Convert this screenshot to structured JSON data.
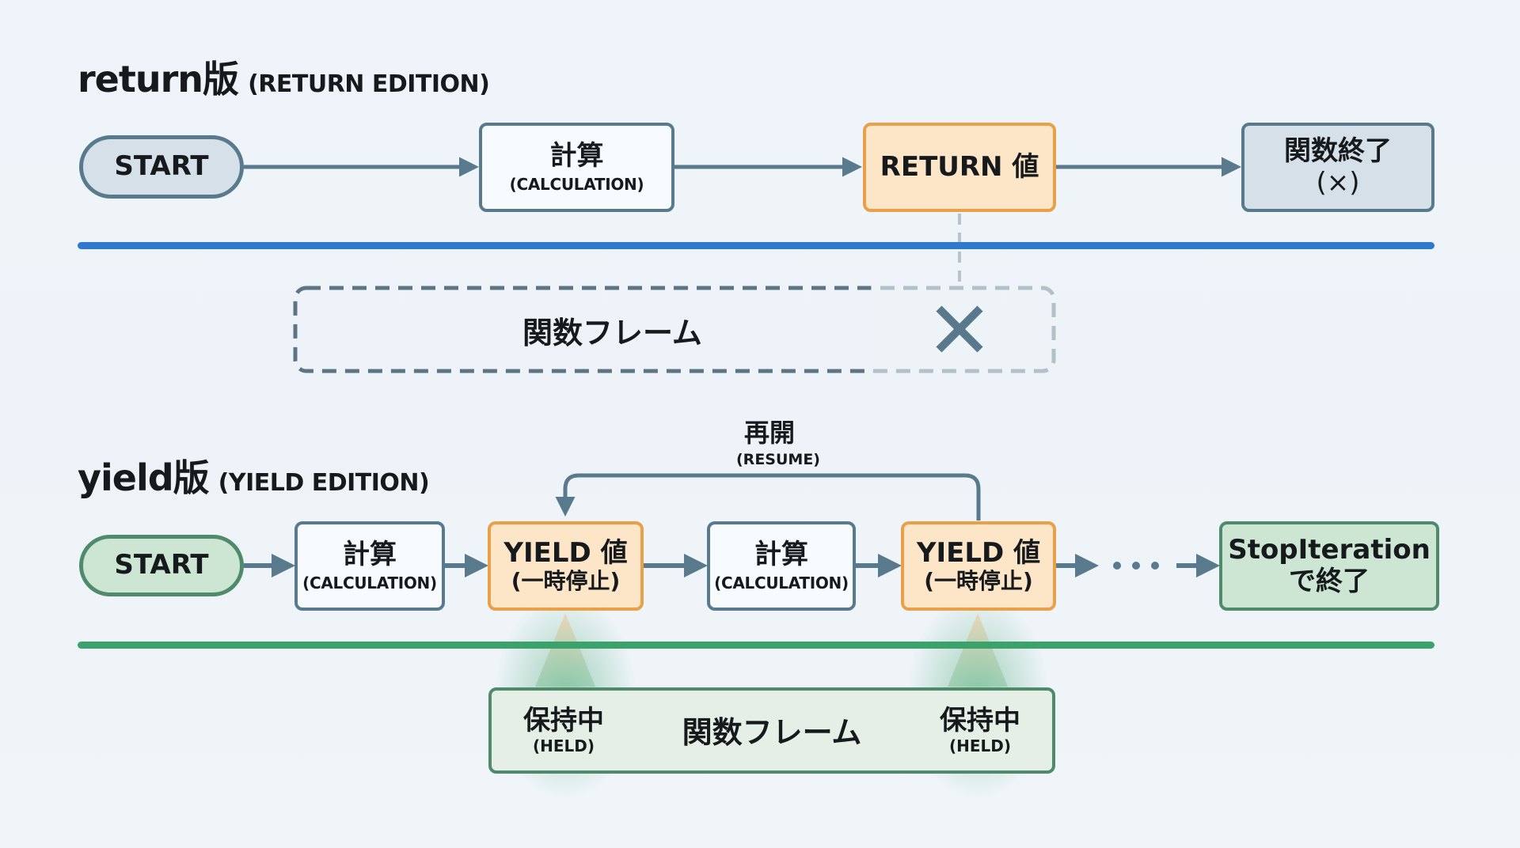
{
  "colors": {
    "connector": "#587a8c",
    "return_line": "#2f78d0",
    "yield_line": "#3aa26a",
    "highlight_orange": "#eaa048",
    "highlight_orange_fill": "#fde6c8",
    "end_green": "#cde6d3",
    "node_gray": "#d5e0e8"
  },
  "return_section": {
    "title_main": "return版",
    "title_sub": "(RETURN EDITION)",
    "nodes": [
      {
        "id": "start",
        "label": "START"
      },
      {
        "id": "calc",
        "label": "計算",
        "sub": "(CALCULATION)"
      },
      {
        "id": "return",
        "label": "RETURN 値"
      },
      {
        "id": "end",
        "label": "関数終了",
        "sub": "(×)"
      }
    ],
    "frame": {
      "label": "関数フレーム",
      "status_icon": "x-mark"
    }
  },
  "yield_section": {
    "title_main": "yield版",
    "title_sub": "(YIELD EDITION)",
    "resume": {
      "label": "再開",
      "sub": "(RESUME)"
    },
    "nodes": [
      {
        "id": "start",
        "label": "START"
      },
      {
        "id": "calc1",
        "label": "計算",
        "sub": "(CALCULATION)"
      },
      {
        "id": "yield1",
        "label": "YIELD 値",
        "sub": "(一時停止)"
      },
      {
        "id": "calc2",
        "label": "計算",
        "sub": "(CALCULATION)"
      },
      {
        "id": "yield2",
        "label": "YIELD 値",
        "sub": "(一時停止)"
      },
      {
        "id": "end",
        "label": "StopIteration",
        "sub": "で終了"
      }
    ],
    "ellipsis": "• • •",
    "frame": {
      "label": "関数フレーム",
      "held_left": {
        "label": "保持中",
        "sub": "(HELD)"
      },
      "held_right": {
        "label": "保持中",
        "sub": "(HELD)"
      }
    }
  }
}
